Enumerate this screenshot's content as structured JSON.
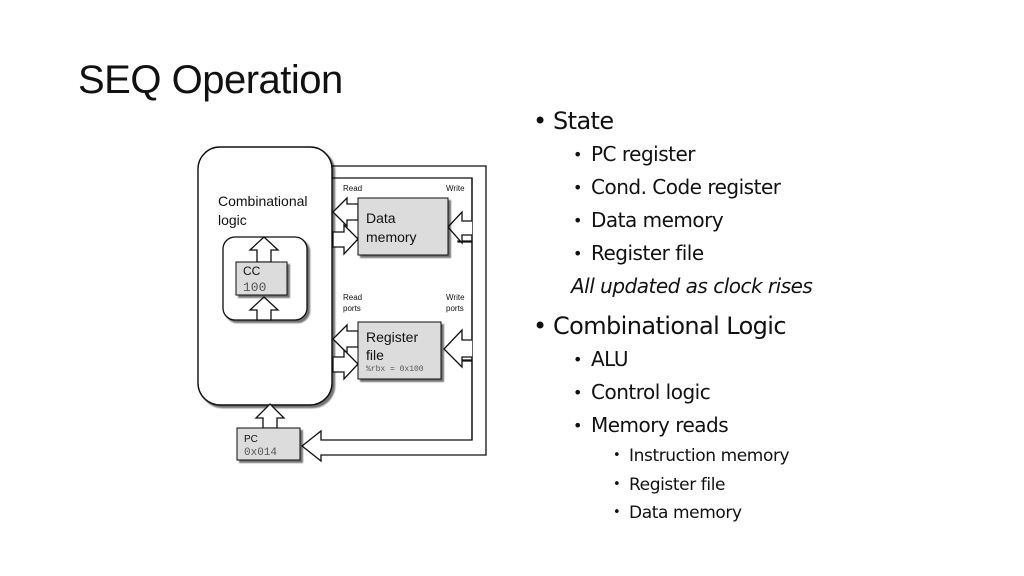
{
  "slide": {
    "title": "SEQ Operation"
  },
  "diagram": {
    "combinational_logic_label_line1": "Combinational",
    "combinational_logic_label_line2": "logic",
    "cc": {
      "label": "CC",
      "value": "100"
    },
    "data_memory": {
      "label_line1": "Data",
      "label_line2": "memory",
      "read_label": "Read",
      "write_label": "Write"
    },
    "register_file": {
      "label_line1": "Register",
      "label_line2": "file",
      "value": "%rbx = 0x100",
      "read_label_line1": "Read",
      "read_label_line2": "ports",
      "write_label_line1": "Write",
      "write_label_line2": "ports"
    },
    "pc": {
      "label": "PC",
      "value": "0x014"
    }
  },
  "bullets": {
    "state": {
      "label": "State",
      "items": [
        "PC register",
        "Cond. Code register",
        "Data memory",
        "Register file"
      ],
      "note": "All updated as clock rises"
    },
    "combinational": {
      "label": "Combinational Logic",
      "items": [
        "ALU",
        "Control logic",
        "Memory reads"
      ],
      "memory_reads": [
        "Instruction memory",
        "Register file",
        "Data memory"
      ]
    }
  }
}
